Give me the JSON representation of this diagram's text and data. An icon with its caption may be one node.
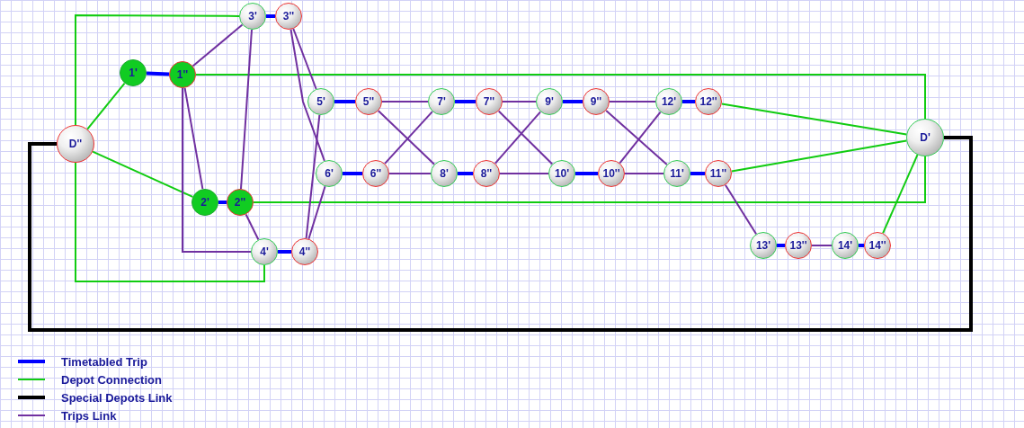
{
  "diagram": {
    "nodes": [
      {
        "text": [
          "D''"
        ]
      },
      {
        "text": [
          "1'"
        ]
      },
      {
        "text": [
          "1''"
        ]
      },
      {
        "text": [
          "3'"
        ]
      },
      {
        "text": [
          "3''"
        ]
      },
      {
        "text": [
          "5'"
        ]
      },
      {
        "text": [
          "5''"
        ]
      },
      {
        "text": [
          "7'"
        ]
      },
      {
        "text": [
          "7''"
        ]
      },
      {
        "text": [
          "9'"
        ]
      },
      {
        "text": [
          "9''"
        ]
      },
      {
        "text": [
          "12'"
        ]
      },
      {
        "text": [
          "12''"
        ]
      },
      {
        "text": [
          "6'"
        ]
      },
      {
        "text": [
          "6''"
        ]
      },
      {
        "text": [
          "8'"
        ]
      },
      {
        "text": [
          "8''"
        ]
      },
      {
        "text": [
          "10'"
        ]
      },
      {
        "text": [
          "10''"
        ]
      },
      {
        "text": [
          "11'"
        ]
      },
      {
        "text": [
          "11''"
        ]
      },
      {
        "text": [
          "2'"
        ]
      },
      {
        "text": [
          "2''"
        ]
      },
      {
        "text": [
          "4'"
        ]
      },
      {
        "text": [
          "4''"
        ]
      },
      {
        "text": [
          "13'"
        ]
      },
      {
        "text": [
          "13''"
        ]
      },
      {
        "text": [
          "14'"
        ]
      },
      {
        "text": [
          "14''"
        ]
      },
      {
        "text": [
          "D'"
        ]
      }
    ],
    "edges": [
      {
        "from": 0,
        "to": 1,
        "arrow": "none",
        "color": "#11cc11"
      },
      {
        "from": 1,
        "to": 2,
        "arrow": "none",
        "style": "thick",
        "color": "#0000ff"
      },
      {
        "from": 0,
        "to": 21,
        "arrow": "none",
        "color": "#11cc11"
      },
      {
        "from": 0,
        "to": 3,
        "arrow": "none",
        "color": "#11cc11"
      },
      {
        "from": 0,
        "to": 23,
        "arrow": "none",
        "color": "#11cc11"
      },
      {
        "from": 2,
        "to": 29,
        "arrow": "none",
        "color": "#11cc11"
      },
      {
        "from": 22,
        "to": 29,
        "arrow": "none",
        "color": "#11cc11"
      },
      {
        "from": 12,
        "to": 29,
        "arrow": "none",
        "color": "#11cc11"
      },
      {
        "from": 20,
        "to": 29,
        "arrow": "none",
        "color": "#11cc11"
      },
      {
        "from": 28,
        "to": 29,
        "arrow": "none",
        "color": "#11cc11"
      },
      {
        "from": 0,
        "to": 29,
        "arrow": "none",
        "style": "thick",
        "color": "#000000"
      },
      {
        "from": 3,
        "to": 4,
        "arrow": "none",
        "style": "thick",
        "color": "#0000ff"
      },
      {
        "from": 21,
        "to": 22,
        "arrow": "none",
        "style": "thick",
        "color": "#0000ff"
      },
      {
        "from": 23,
        "to": 24,
        "arrow": "none",
        "style": "thick",
        "color": "#0000ff"
      },
      {
        "from": 5,
        "to": 6,
        "arrow": "none",
        "style": "thick",
        "color": "#0000ff"
      },
      {
        "from": 7,
        "to": 8,
        "arrow": "none",
        "style": "thick",
        "color": "#0000ff"
      },
      {
        "from": 9,
        "to": 10,
        "arrow": "none",
        "style": "thick",
        "color": "#0000ff"
      },
      {
        "from": 11,
        "to": 12,
        "arrow": "none",
        "style": "thick",
        "color": "#0000ff"
      },
      {
        "from": 13,
        "to": 14,
        "arrow": "none",
        "style": "thick",
        "color": "#0000ff"
      },
      {
        "from": 15,
        "to": 16,
        "arrow": "none",
        "style": "thick",
        "color": "#0000ff"
      },
      {
        "from": 17,
        "to": 18,
        "arrow": "none",
        "style": "thick",
        "color": "#0000ff"
      },
      {
        "from": 19,
        "to": 20,
        "arrow": "none",
        "style": "thick",
        "color": "#0000ff"
      },
      {
        "from": 25,
        "to": 26,
        "arrow": "none",
        "style": "thick",
        "color": "#0000ff"
      },
      {
        "from": 27,
        "to": 28,
        "arrow": "none",
        "style": "thick",
        "color": "#0000ff"
      },
      {
        "from": 2,
        "to": 3,
        "arrow": "none"
      },
      {
        "from": 2,
        "to": 21,
        "arrow": "none"
      },
      {
        "from": 2,
        "to": 23,
        "arrow": "none"
      },
      {
        "from": 3,
        "to": 22,
        "arrow": "none"
      },
      {
        "from": 22,
        "to": 23,
        "arrow": "none"
      },
      {
        "from": 4,
        "to": 5,
        "arrow": "none"
      },
      {
        "from": 4,
        "to": 13,
        "arrow": "none"
      },
      {
        "from": 24,
        "to": 5,
        "arrow": "none"
      },
      {
        "from": 24,
        "to": 13,
        "arrow": "none"
      },
      {
        "from": 6,
        "to": 7,
        "arrow": "none"
      },
      {
        "from": 6,
        "to": 15,
        "arrow": "none"
      },
      {
        "from": 14,
        "to": 7,
        "arrow": "none"
      },
      {
        "from": 14,
        "to": 15,
        "arrow": "none"
      },
      {
        "from": 8,
        "to": 9,
        "arrow": "none"
      },
      {
        "from": 8,
        "to": 17,
        "arrow": "none"
      },
      {
        "from": 16,
        "to": 9,
        "arrow": "none"
      },
      {
        "from": 16,
        "to": 17,
        "arrow": "none"
      },
      {
        "from": 10,
        "to": 11,
        "arrow": "none"
      },
      {
        "from": 10,
        "to": 19,
        "arrow": "none"
      },
      {
        "from": 18,
        "to": 11,
        "arrow": "none"
      },
      {
        "from": 18,
        "to": 19,
        "arrow": "none"
      },
      {
        "from": 20,
        "to": 25,
        "arrow": "none"
      },
      {
        "from": 26,
        "to": 27,
        "arrow": "none"
      }
    ],
    "legend": [
      {
        "text": "Timetabled Trip",
        "color": "#0000ff"
      },
      {
        "text": "Depot Connection",
        "color": "#11cc11"
      },
      {
        "text": "Special Depots Link",
        "color": "#000000"
      },
      {
        "text": "Trips Link",
        "color": "#7030a0"
      }
    ]
  }
}
